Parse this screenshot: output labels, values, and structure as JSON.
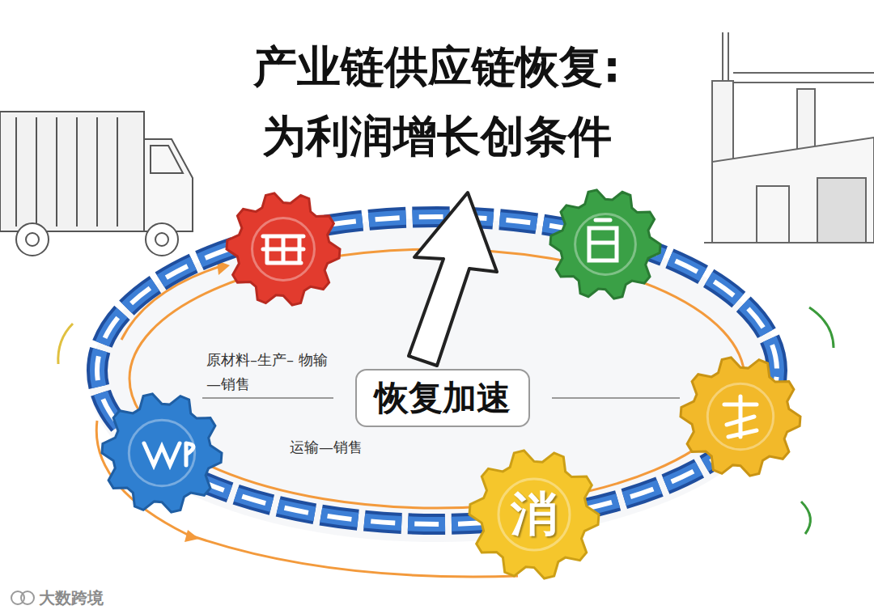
{
  "diagram": {
    "title": "产业链供应链恢复: 为利润增长创条件",
    "nodes": [
      {
        "text": [
          "恢复加速"
        ]
      },
      {
        "text": [
          "消"
        ]
      }
    ],
    "labels": [
      "原材料–生产– 物输—销售",
      "运输—销售",
      "大数跨境"
    ]
  }
}
